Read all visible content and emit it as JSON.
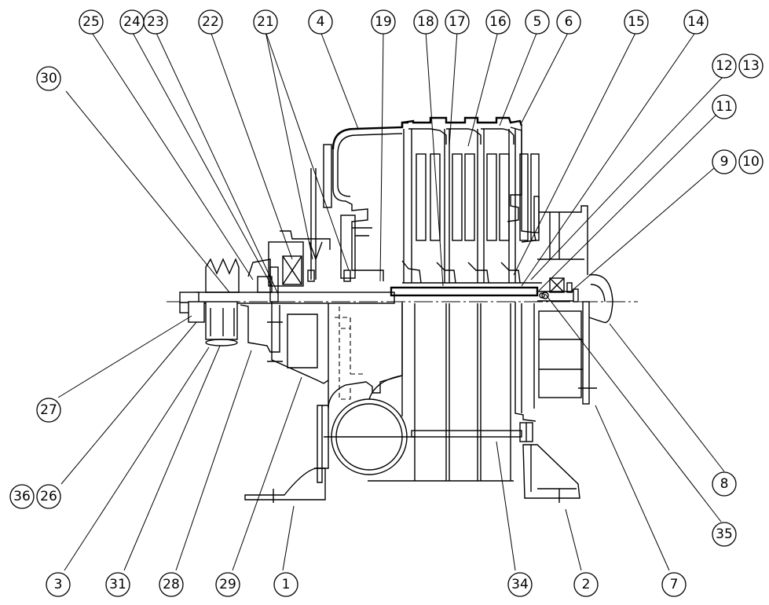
{
  "callouts": [
    {
      "id": "25",
      "label": "25"
    },
    {
      "id": "24",
      "label": "24"
    },
    {
      "id": "23",
      "label": "23"
    },
    {
      "id": "22",
      "label": "22"
    },
    {
      "id": "21",
      "label": "21"
    },
    {
      "id": "4",
      "label": "4"
    },
    {
      "id": "19",
      "label": "19"
    },
    {
      "id": "18",
      "label": "18"
    },
    {
      "id": "17",
      "label": "17"
    },
    {
      "id": "16",
      "label": "16"
    },
    {
      "id": "5",
      "label": "5"
    },
    {
      "id": "6",
      "label": "6"
    },
    {
      "id": "15",
      "label": "15"
    },
    {
      "id": "14",
      "label": "14"
    },
    {
      "id": "12",
      "label": "12"
    },
    {
      "id": "13",
      "label": "13"
    },
    {
      "id": "30",
      "label": "30"
    },
    {
      "id": "11",
      "label": "11"
    },
    {
      "id": "9",
      "label": "9"
    },
    {
      "id": "10",
      "label": "10"
    },
    {
      "id": "27",
      "label": "27"
    },
    {
      "id": "36",
      "label": "36"
    },
    {
      "id": "26",
      "label": "26"
    },
    {
      "id": "8",
      "label": "8"
    },
    {
      "id": "35",
      "label": "35"
    },
    {
      "id": "3",
      "label": "3"
    },
    {
      "id": "31",
      "label": "31"
    },
    {
      "id": "28",
      "label": "28"
    },
    {
      "id": "29",
      "label": "29"
    },
    {
      "id": "1",
      "label": "1"
    },
    {
      "id": "34",
      "label": "34"
    },
    {
      "id": "2",
      "label": "2"
    },
    {
      "id": "7",
      "label": "7"
    }
  ]
}
